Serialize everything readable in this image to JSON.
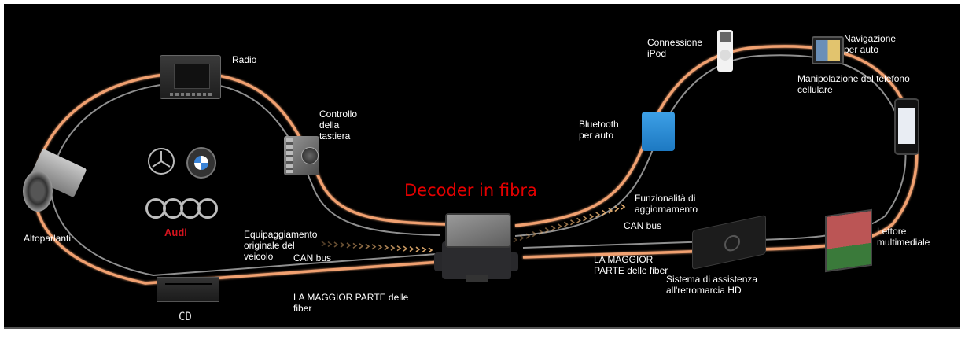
{
  "title": "Decoder in fibra",
  "brands": {
    "mercedes": "mercedes-logo",
    "bmw": "bmw-logo",
    "audi_word": "Audi"
  },
  "devices": {
    "radio": "Radio",
    "keyboard_control": "Controllo\ndella\ntastiera",
    "speakers": "Altoparlanti",
    "cd": "CD",
    "bluetooth": "Bluetooth\nper auto",
    "ipod": "Connessione\niPod",
    "navigation": "Navigazione\nper auto",
    "phone": "Manipolazione del telefono\ncellulare",
    "media_player": "Lettore\nmultimediale",
    "reverse_camera": "Sistema di assistenza\nall'retromarcia HD"
  },
  "connections": {
    "original_equipment": "Equipaggiamento\noriginale del\nveicolo",
    "can_bus_left": "CAN bus",
    "fiber_left": "LA MAGGIOR PARTE delle\nfiber",
    "upgrade": "Funzionalità di\naggiornamento",
    "can_bus_right": "CAN bus",
    "fiber_right": "LA MAGGIOR\nPARTE delle fiber"
  },
  "colors": {
    "title": "#e30000",
    "fiber_orange": "#f0a070",
    "fiber_grey": "#9a9a9a",
    "can_arrows": "#e8b070",
    "background": "#000000"
  }
}
